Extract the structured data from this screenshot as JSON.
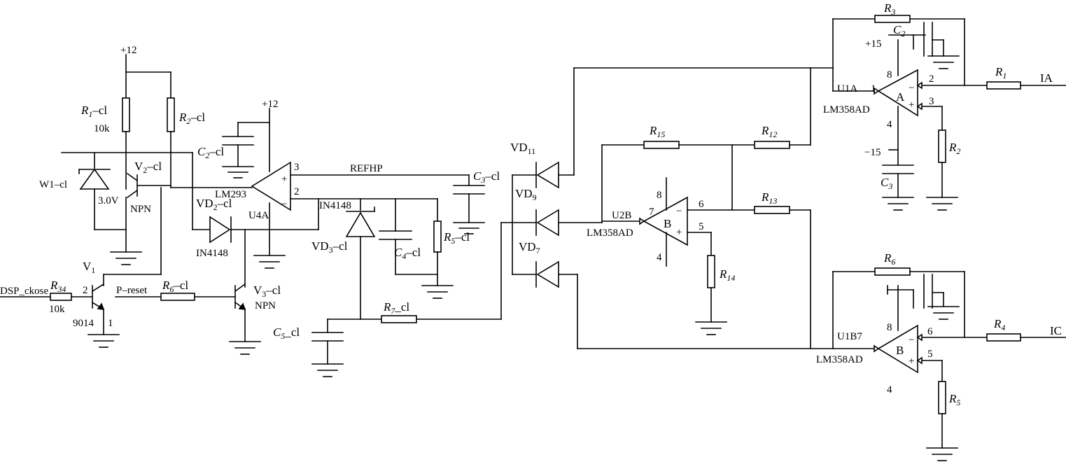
{
  "schematic": {
    "labels": {
      "r3": [
        "R",
        "3"
      ],
      "c2_top": [
        "C",
        "2"
      ],
      "plus15": "+15",
      "r1": [
        "R",
        "1"
      ],
      "ia": "IA",
      "u1a": "U1A",
      "pin1_u1a": "1",
      "pin2_u1a": "2",
      "pin3_u1a": "3",
      "pin8_u1a": "8",
      "pin4_u1a": "4",
      "a_letter": "A",
      "lm358_a": "LM358AD",
      "minus15": "−15",
      "c3_top": [
        "C",
        "3"
      ],
      "r2_top": [
        "R",
        "2"
      ],
      "r15": [
        "R",
        "15"
      ],
      "r12": [
        "R",
        "12"
      ],
      "r13": [
        "R",
        "13"
      ],
      "r14": [
        "R",
        "14"
      ],
      "u2b": "U2B",
      "pin7_u2b": "7",
      "pin8_u2b": "8",
      "pin6_u2b": "6",
      "pin5_u2b": "5",
      "pin4_u2b": "4",
      "b_letter_u2": "B",
      "lm358_u2": "LM358AD",
      "vd11": [
        "VD",
        "11"
      ],
      "vd9": [
        "VD",
        "9"
      ],
      "vd7": [
        "VD",
        "7"
      ],
      "c3cl": [
        "C",
        "3",
        "–cl"
      ],
      "refhp": "REFHP",
      "plus12_top": "+12",
      "plus12_mid": "+12",
      "r1cl": [
        "R",
        "1",
        "–cl"
      ],
      "r1val": "10k",
      "r2cl": [
        "R",
        "2",
        "–cl"
      ],
      "w1cl": "W1–cl",
      "v3": "3.0V",
      "v2cl": [
        "V",
        "2",
        "–cl"
      ],
      "npn1": "NPN",
      "c2cl": [
        "C",
        "2",
        "–cl"
      ],
      "lm293": "LM293",
      "u4a": "U4A",
      "pin3_u4": "3",
      "pin2_u4": "2",
      "vd2cl": [
        "VD",
        "2",
        "–cl"
      ],
      "in4148_a": "IN4148",
      "in4148_b": "IN4148",
      "vd3cl": [
        "VD",
        "3",
        "–cl"
      ],
      "c4cl": [
        "C",
        "4",
        "–cl"
      ],
      "r5cl": [
        "R",
        "5",
        "–cl"
      ],
      "r7cl": [
        "R",
        "7",
        "_cl"
      ],
      "c5cl": [
        "C",
        "5",
        "_cl"
      ],
      "v1": [
        "V",
        "1"
      ],
      "dsp": "DSP_ckose",
      "r34": [
        "R",
        "34"
      ],
      "r34val": "10k",
      "pin2_v1": "2",
      "pin1_v1": "1",
      "v9014": "9014",
      "preset": "P–reset",
      "r6cl": [
        "R",
        "6",
        "–cl"
      ],
      "v3cl": [
        "V",
        "3",
        "–cl"
      ],
      "npn2": "NPN",
      "r6": [
        "R",
        "6"
      ],
      "r4": [
        "R",
        "4"
      ],
      "ic": "IC",
      "u1b7": "U1B7",
      "lm358_b": "LM358AD",
      "pin6_u1b": "6",
      "pin5_u1b": "5",
      "pin8_u1b": "8",
      "pin4_u1b": "4",
      "b_letter_u1": "B",
      "r5": [
        "R",
        "5"
      ]
    }
  }
}
